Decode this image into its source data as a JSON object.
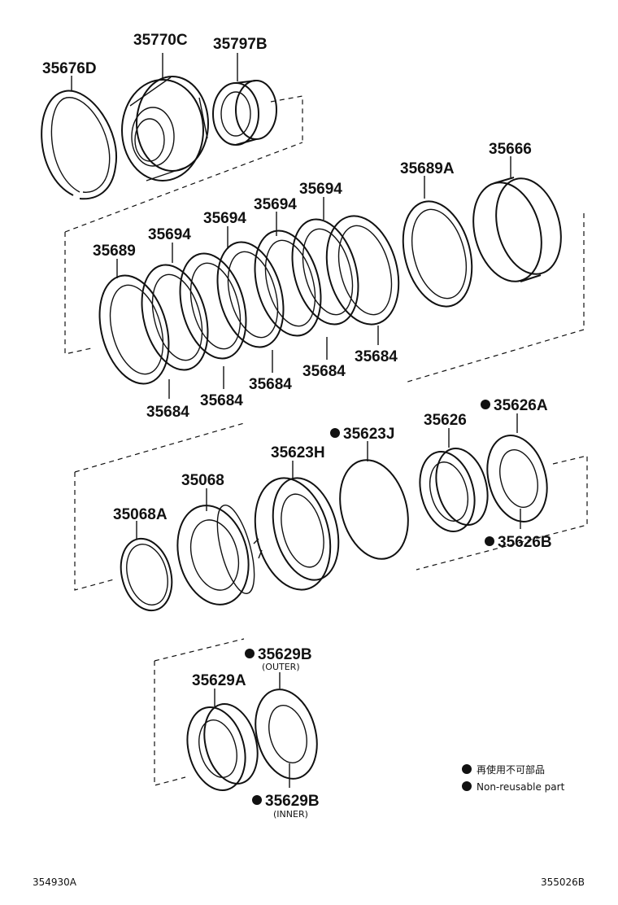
{
  "labels": {
    "p35676d": "35676D",
    "p35770c": "35770C",
    "p35797b": "35797B",
    "p35689a": "35689A",
    "p35666": "35666",
    "p35694_1": "35694",
    "p35694_2": "35694",
    "p35694_3": "35694",
    "p35694_4": "35694",
    "p35689": "35689",
    "p35684_1": "35684",
    "p35684_2": "35684",
    "p35684_3": "35684",
    "p35684_4": "35684",
    "p35684_5": "35684",
    "p35626a": "35626A",
    "p35623j": "35623J",
    "p35626": "35626",
    "p35623h": "35623H",
    "p35068": "35068",
    "p35068a": "35068A",
    "p35626b": "35626B",
    "p35629b_outer": "35629B",
    "outer_note": "(OUTER)",
    "p35629a": "35629A",
    "p35629b_inner": "35629B",
    "inner_note": "(INNER)"
  },
  "legend": {
    "jp": "再使用不可部品",
    "en": "Non-reusable part"
  },
  "footer": {
    "left": "354930A",
    "right": "355026B"
  }
}
